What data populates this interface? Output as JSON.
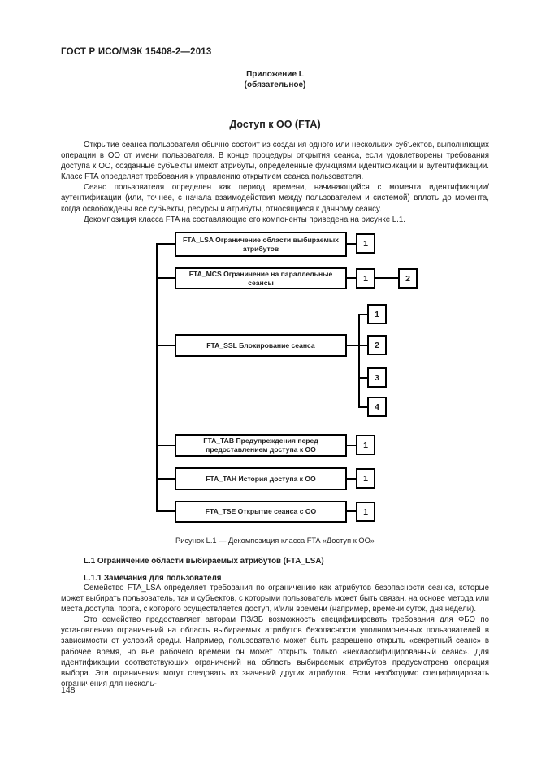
{
  "page": {
    "header": "ГОСТ Р ИСО/МЭК 15408-2—2013",
    "annex_label": "Приложение L",
    "annex_type": "(обязательное)",
    "class_title": "Доступ к ОО (FTA)",
    "page_number": "148"
  },
  "intro_paragraphs": [
    "Открытие сеанса пользователя обычно состоит из создания одного или нескольких субъектов, выполняющих операции в ОО от имени пользователя. В конце процедуры открытия сеанса, если удовлетворены требования доступа к ОО, созданные субъекты имеют атрибуты, определенные функциями идентификации и аутентификации. Класс FTA определяет требования к управлению открытием сеанса пользователя.",
    "Сеанс пользователя определен как период времени, начинающийся с момента идентификации/аутентификации (или, точнее, с начала взаимодействия между пользователем и системой) вплоть до момента, когда освобождены все субъекты, ресурсы и атрибуты, относящиеся к данному сеансу.",
    "Декомпозиция класса FTA на составляющие его компоненты приведена на рисунке L.1."
  ],
  "diagram": {
    "caption": "Рисунок L.1 — Декомпозиция класса FTA «Доступ к ОО»",
    "families": [
      {
        "label": "FTA_LSA Ограничение области выбираемых атрибутов",
        "components": [
          "1"
        ]
      },
      {
        "label": "FTA_MCS Ограничение на параллельные сеансы",
        "components": [
          "1",
          "2"
        ]
      },
      {
        "label": "FTA_SSL Блокирование сеанса",
        "components": [
          "1",
          "2",
          "3",
          "4"
        ]
      },
      {
        "label": "FTA_TAB Предупреждения перед предоставлением доступа к ОО",
        "components": [
          "1"
        ]
      },
      {
        "label": "FTA_TAH История доступа к ОО",
        "components": [
          "1"
        ]
      },
      {
        "label": "FTA_TSE Открытие сеанса с ОО",
        "components": [
          "1"
        ]
      }
    ]
  },
  "sections": {
    "l1_heading": "L.1 Ограничение области выбираемых атрибутов (FTA_LSA)",
    "l11_heading": "L.1.1 Замечания для пользователя",
    "l11_paragraphs": [
      "Семейство FTA_LSA определяет требования по ограничению как атрибутов безопасности сеанса, которые может выбирать пользователь, так и субъектов, с которыми пользователь может быть связан, на основе метода или места доступа, порта, с которого осуществляется доступ, и/или времени (например, времени суток, дня недели).",
      "Это семейство предоставляет авторам ПЗ/ЗБ возможность специфицировать требования для ФБО по установлению ограничений на область выбираемых атрибутов безопасности уполномоченных пользователей в зависимости от условий среды. Например, пользователю может быть разрешено открыть «секретный сеанс» в рабочее время, но вне рабочего времени он может открыть только «неклассифицированный сеанс». Для идентификации соответствующих ограничений на область выбираемых атрибутов предусмотрена операция выбора. Эти ограничения могут следовать из значений других атрибутов. Если необходимо специфицировать ограничения для несколь-"
    ]
  }
}
